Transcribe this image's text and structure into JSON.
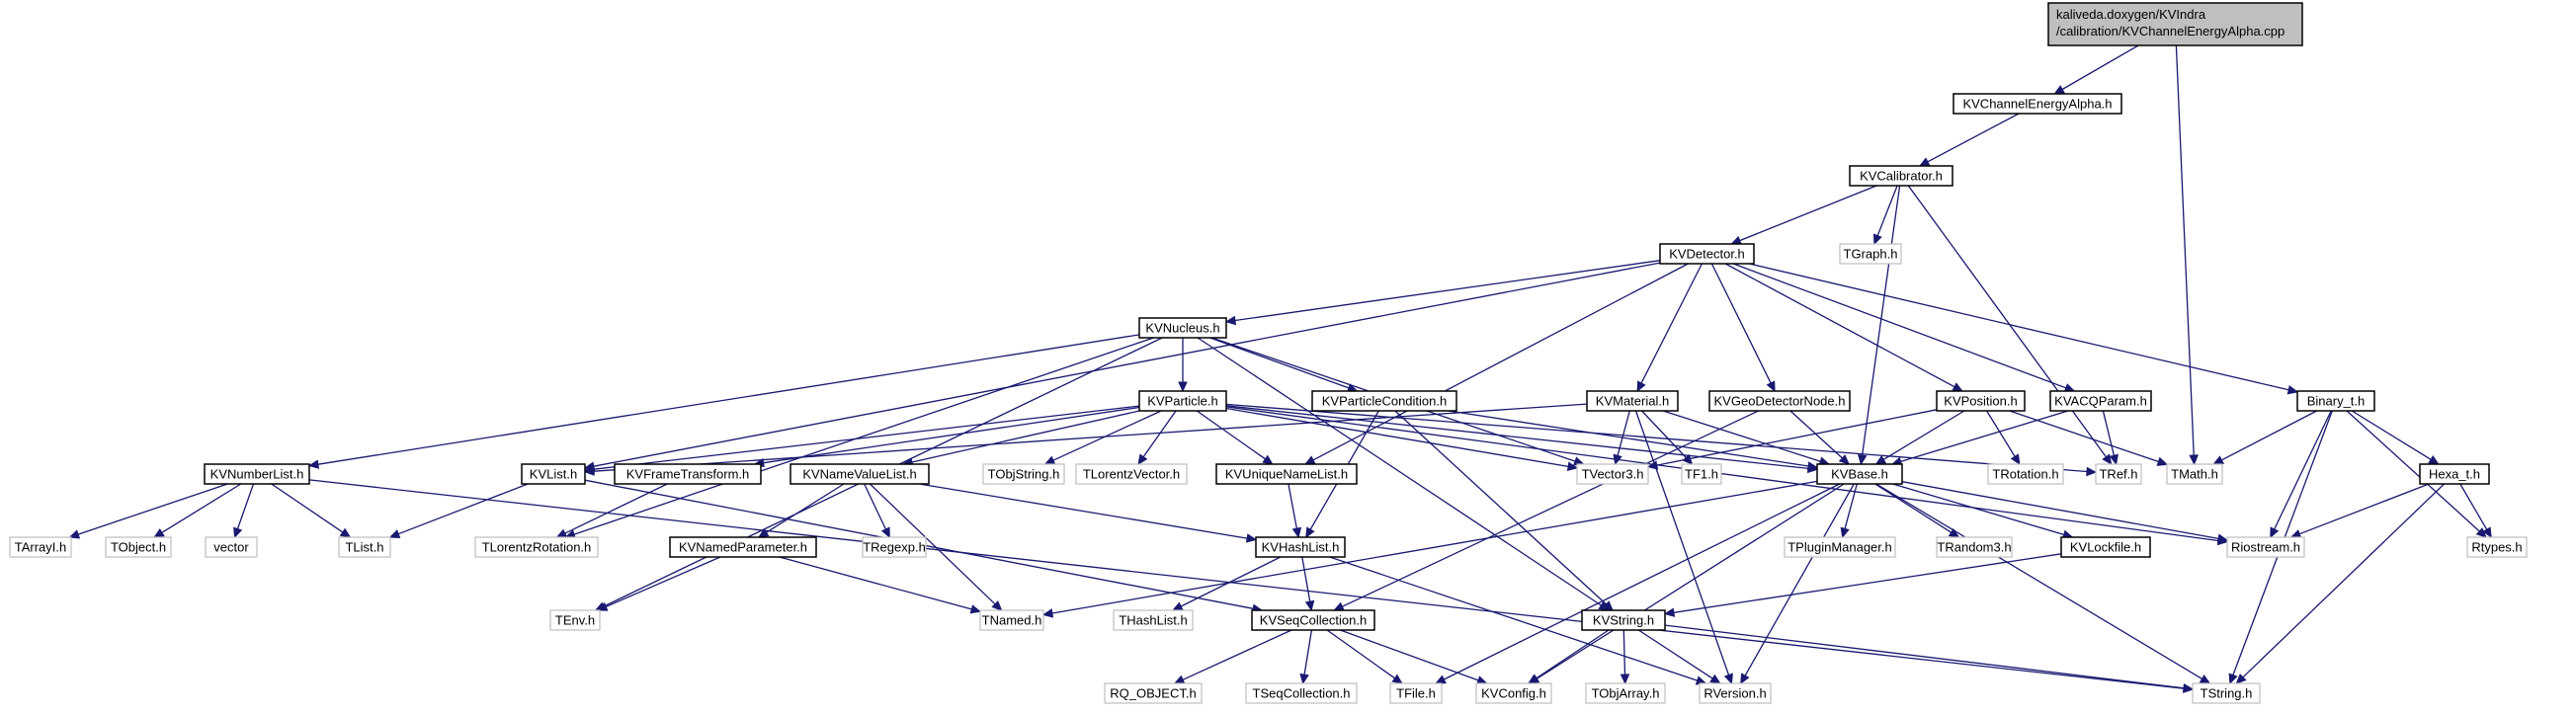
{
  "diagram": {
    "root": [
      "kaliveda.doxygen/KVIndra",
      "/calibration/KVChannelEnergyAlpha.cpp"
    ],
    "nodes": {
      "root": "kaliveda.doxygen/KVIndra/calibration/KVChannelEnergyAlpha.cpp",
      "KVChannelEnergyAlpha_h": "KVChannelEnergyAlpha.h",
      "KVCalibrator_h": "KVCalibrator.h",
      "KVDetector_h": "KVDetector.h",
      "TGraph_h": "TGraph.h",
      "KVNucleus_h": "KVNucleus.h",
      "Binary_t_h": "Binary_t.h",
      "KVParticle_h": "KVParticle.h",
      "KVParticleCondition_h": "KVParticleCondition.h",
      "KVMaterial_h": "KVMaterial.h",
      "KVGeoDetectorNode_h": "KVGeoDetectorNode.h",
      "KVPosition_h": "KVPosition.h",
      "KVACQParam_h": "KVACQParam.h",
      "KVNumberList_h": "KVNumberList.h",
      "KVList_h": "KVList.h",
      "KVFrameTransform_h": "KVFrameTransform.h",
      "KVNameValueList_h": "KVNameValueList.h",
      "TObjString_h": "TObjString.h",
      "TLorentzVector_h": "TLorentzVector.h",
      "KVUniqueNameList_h": "KVUniqueNameList.h",
      "TVector3_h": "TVector3.h",
      "TF1_h": "TF1.h",
      "KVBase_h": "KVBase.h",
      "TRotation_h": "TRotation.h",
      "TRef_h": "TRef.h",
      "TMath_h": "TMath.h",
      "Hexa_t_h": "Hexa_t.h",
      "TArrayI_h": "TArrayI.h",
      "TObject_h": "TObject.h",
      "vector": "vector",
      "TList_h": "TList.h",
      "TLorentzRotation_h": "TLorentzRotation.h",
      "KVNamedParameter_h": "KVNamedParameter.h",
      "TRegexp_h": "TRegexp.h",
      "KVHashList_h": "KVHashList.h",
      "TPluginManager_h": "TPluginManager.h",
      "TRandom3_h": "TRandom3.h",
      "KVLockfile_h": "KVLockfile.h",
      "Riostream_h": "Riostream.h",
      "Rtypes_h": "Rtypes.h",
      "TEnv_h": "TEnv.h",
      "TNamed_h": "TNamed.h",
      "THashList_h": "THashList.h",
      "KVSeqCollection_h": "KVSeqCollection.h",
      "KVString_h": "KVString.h",
      "RQ_OBJECT_h": "RQ_OBJECT.h",
      "TSeqCollection_h": "TSeqCollection.h",
      "TFile_h": "TFile.h",
      "KVConfig_h": "KVConfig.h",
      "TObjArray_h": "TObjArray.h",
      "RVersion_h": "RVersion.h",
      "TString_h": "TString.h"
    }
  }
}
